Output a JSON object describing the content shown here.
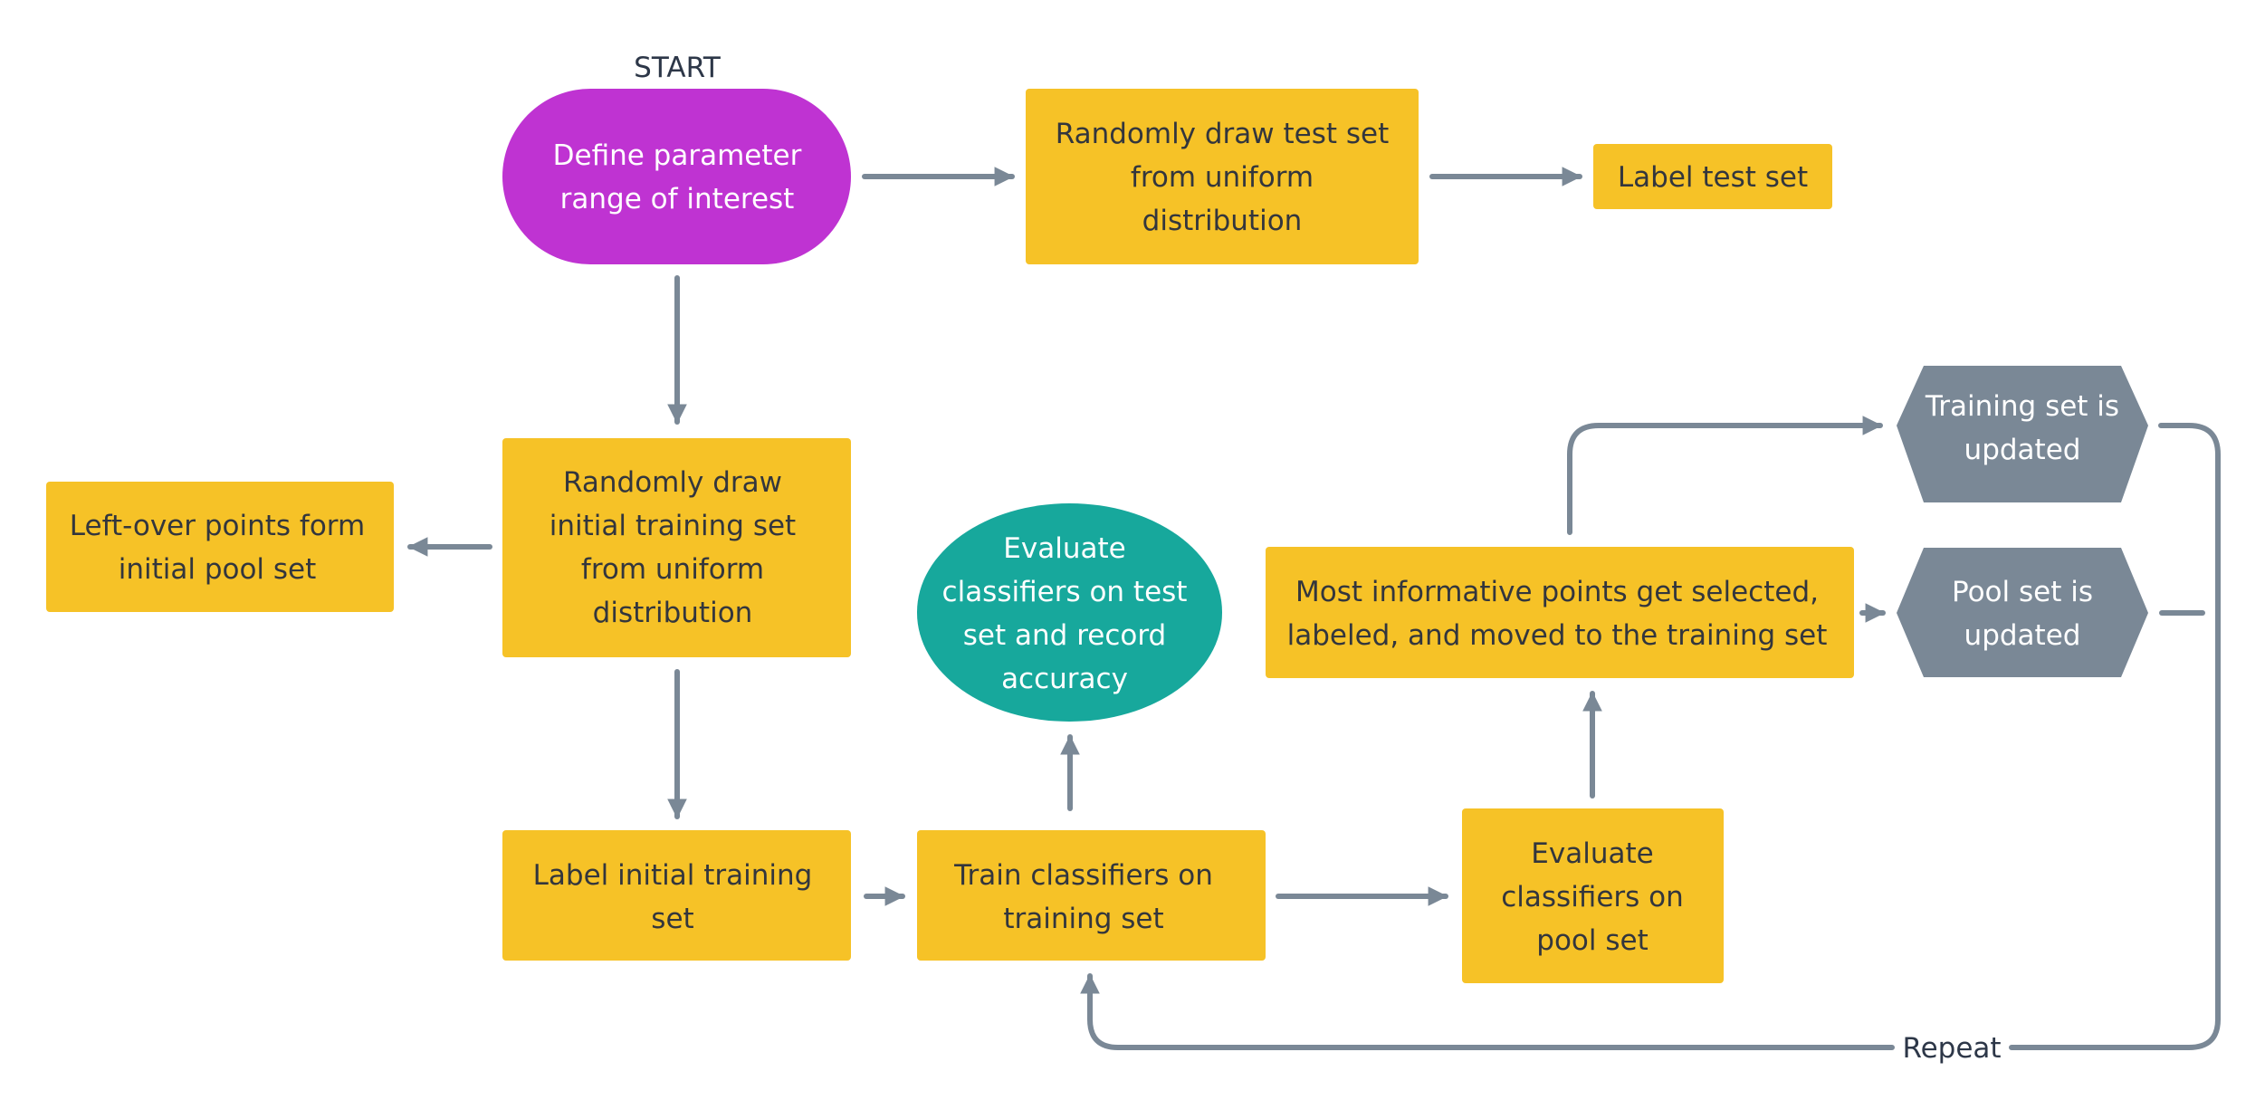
{
  "labels": {
    "start": "START",
    "repeat": "Repeat"
  },
  "colors": {
    "process": "#F6C227",
    "process_text": "#33363D",
    "start_node": "#BF33D2",
    "evaluate_node": "#17A89C",
    "update_node": "#7A8896",
    "light_text": "#FFFFFF",
    "connector": "#7A8896",
    "label_text": "#2D3748"
  },
  "nodes": {
    "define_range": {
      "lines": [
        "Define parameter",
        "range of interest"
      ]
    },
    "draw_test": {
      "lines": [
        "Randomly draw test set",
        "from uniform",
        "distribution"
      ]
    },
    "label_test": {
      "lines": [
        "Label test set"
      ]
    },
    "draw_training": {
      "lines": [
        "Randomly draw",
        "initial training set",
        "from uniform",
        "distribution"
      ]
    },
    "pool_set": {
      "lines": [
        "Left-over points form",
        "initial pool set"
      ]
    },
    "evaluate_test": {
      "lines": [
        "Evaluate",
        "classifiers on test",
        "set and record",
        "accuracy"
      ]
    },
    "informative": {
      "lines": [
        "Most informative points get selected,",
        "labeled, and moved to the training set"
      ]
    },
    "training_updated": {
      "lines": [
        "Training set is",
        "updated"
      ]
    },
    "pool_updated": {
      "lines": [
        "Pool set is",
        "updated"
      ]
    },
    "label_training": {
      "lines": [
        "Label initial training",
        "set"
      ]
    },
    "train": {
      "lines": [
        "Train classifiers on",
        "training set"
      ]
    },
    "evaluate_pool": {
      "lines": [
        "Evaluate",
        "classifiers on",
        "pool set"
      ]
    }
  }
}
